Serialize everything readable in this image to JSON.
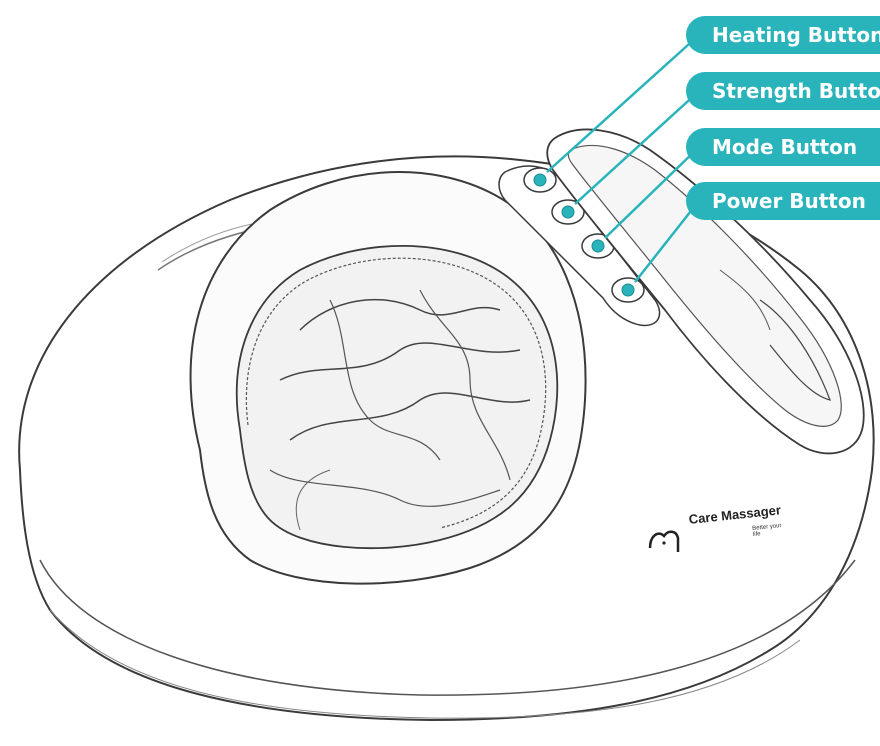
{
  "callouts": {
    "heating": "Heating Button",
    "strength": "Strength Button",
    "mode": "Mode Button",
    "power": "Power Button"
  },
  "brand": {
    "name": "Care Massager",
    "tagline": "Better your life"
  },
  "colors": {
    "accent": "#29b3bb",
    "line": "#3a3a3a",
    "background": "#ffffff"
  }
}
